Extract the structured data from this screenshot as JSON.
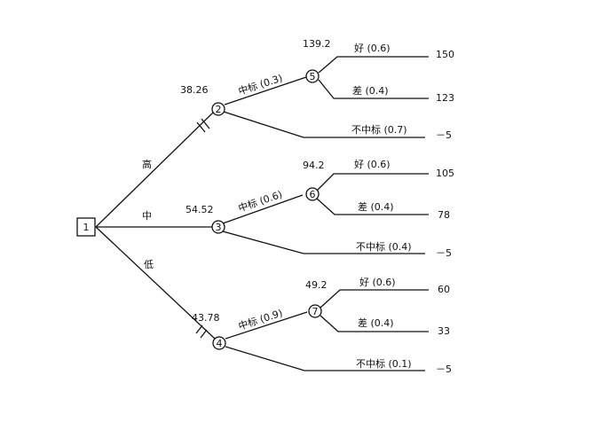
{
  "root": {
    "label": "1"
  },
  "branches": {
    "high": "高",
    "mid": "中",
    "low": "低"
  },
  "nodes": {
    "n2": {
      "id": "2",
      "ev": "38.26"
    },
    "n3": {
      "id": "3",
      "ev": "54.52"
    },
    "n4": {
      "id": "4",
      "ev": "43.78"
    },
    "n5": {
      "id": "5",
      "ev": "139.2"
    },
    "n6": {
      "id": "6",
      "ev": "94.2"
    },
    "n7": {
      "id": "7",
      "ev": "49.2"
    }
  },
  "win_labels": {
    "n2": "中标 (0.3)",
    "n3": "中标 (0.6)",
    "n4": "中标 (0.9)"
  },
  "lose_labels": {
    "n2": "不中标 (0.7)",
    "n3": "不中标 (0.4)",
    "n4": "不中标 (0.1)"
  },
  "outcome_labels": {
    "good": "好 (0.6)",
    "bad": "差 (0.4)"
  },
  "payoffs": {
    "n5_good": "150",
    "n5_bad": "123",
    "n2_lose": "－5",
    "n6_good": "105",
    "n6_bad": "78",
    "n3_lose": "－5",
    "n7_good": "60",
    "n7_bad": "33",
    "n4_lose": "－5"
  }
}
